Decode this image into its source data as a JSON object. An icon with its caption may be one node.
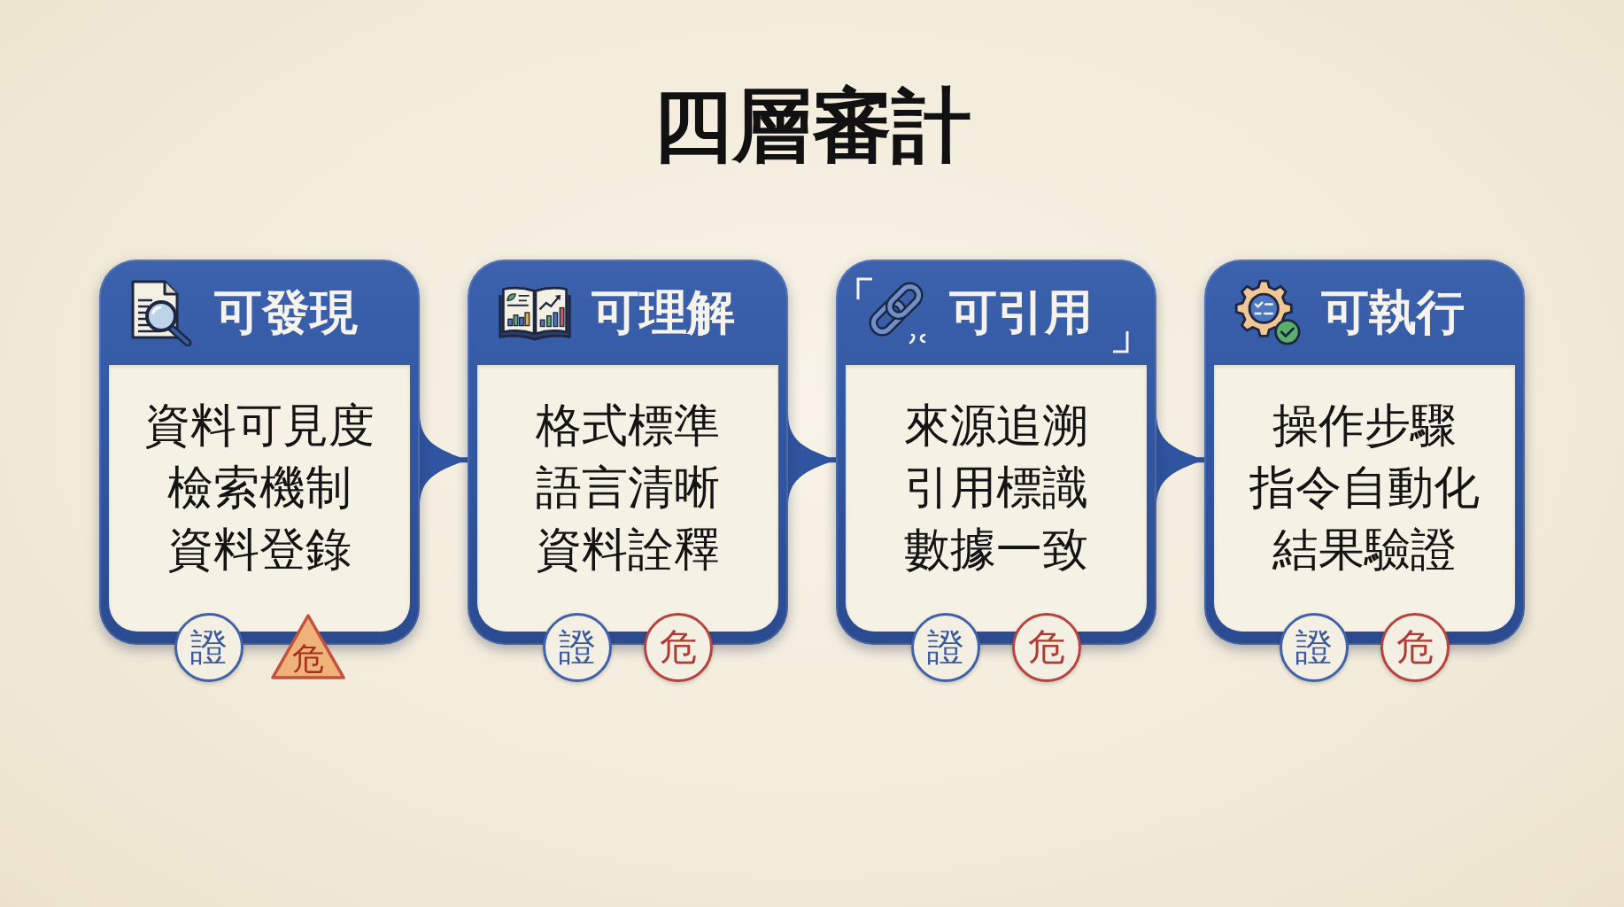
{
  "diagram": {
    "title": "四層審計",
    "nodes": [
      {
        "text": [
          "可發現",
          "資料可見度",
          "檢索機制",
          "資料登錄"
        ]
      },
      {
        "text": [
          "證"
        ]
      },
      {
        "text": [
          "危"
        ]
      },
      {
        "text": [
          "可理解",
          "格式標準",
          "語言清晰",
          "資料詮釋"
        ]
      },
      {
        "text": [
          "證"
        ]
      },
      {
        "text": [
          "危"
        ]
      },
      {
        "text": [
          "可引用",
          "來源追溯",
          "引用標識",
          "數據一致"
        ]
      },
      {
        "text": [
          "證"
        ]
      },
      {
        "text": [
          "危"
        ]
      },
      {
        "text": [
          "可執行",
          "操作步驟",
          "指令自動化",
          "結果驗證"
        ]
      },
      {
        "text": [
          "證"
        ]
      },
      {
        "text": [
          "危"
        ]
      }
    ],
    "edges": [
      {
        "from": 0,
        "to": 3,
        "arrow": "to"
      },
      {
        "from": 3,
        "to": 6,
        "arrow": "to"
      },
      {
        "from": 6,
        "to": 9,
        "arrow": "to"
      }
    ]
  }
}
